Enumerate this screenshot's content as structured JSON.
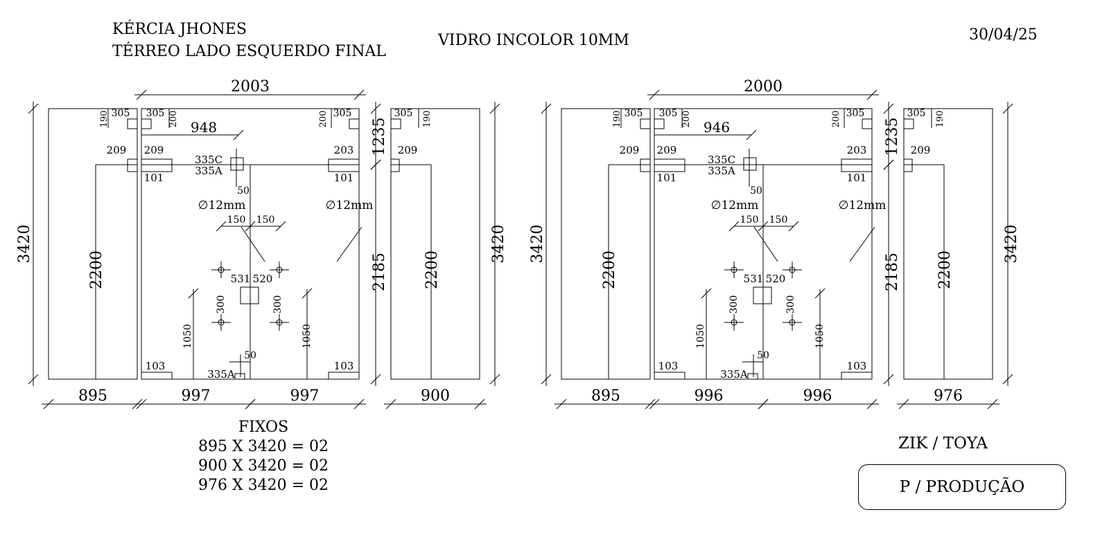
{
  "header": {
    "client": "KÉRCIA JHONES",
    "location": "TÉRREO   LADO ESQUERDO  FINAL",
    "glass": "VIDRO INCOLOR 10MM",
    "date": "30/04/25"
  },
  "drawings": [
    {
      "overall_width": "2003",
      "height": "3420",
      "fixed_left_width": "895",
      "door_left_width": "997",
      "door_right_width": "997",
      "fixed_right_width": "900",
      "header_height": "1235",
      "door_height": "2185",
      "fixed_opening_height": "2200",
      "hinge_offset": "948",
      "hole_diameter": "∅12mm"
    },
    {
      "overall_width": "2000",
      "height": "3420",
      "fixed_left_width": "895",
      "door_left_width": "996",
      "door_right_width": "996",
      "fixed_right_width": "976",
      "header_height": "1235",
      "door_height": "2185",
      "fixed_opening_height": "2200",
      "hinge_offset": "946",
      "hole_diameter": "∅12mm"
    }
  ],
  "common_labels": {
    "d305": "305",
    "d190": "190",
    "d200": "200",
    "d209": "209",
    "d203": "203",
    "d101": "101",
    "d335c": "335C",
    "d335a": "335A",
    "d50": "50",
    "d150": "150",
    "d531": "531",
    "d520": "520",
    "d300": "300",
    "d1050": "1050",
    "d103": "103"
  },
  "fixos": {
    "title": "FIXOS",
    "rows": [
      "895 X 3420 = 02",
      "900 X 3420 = 02",
      "976 X 3420 = 02"
    ]
  },
  "footer": {
    "company": "ZIK / TOYA",
    "status": "P / PRODUÇÃO"
  }
}
